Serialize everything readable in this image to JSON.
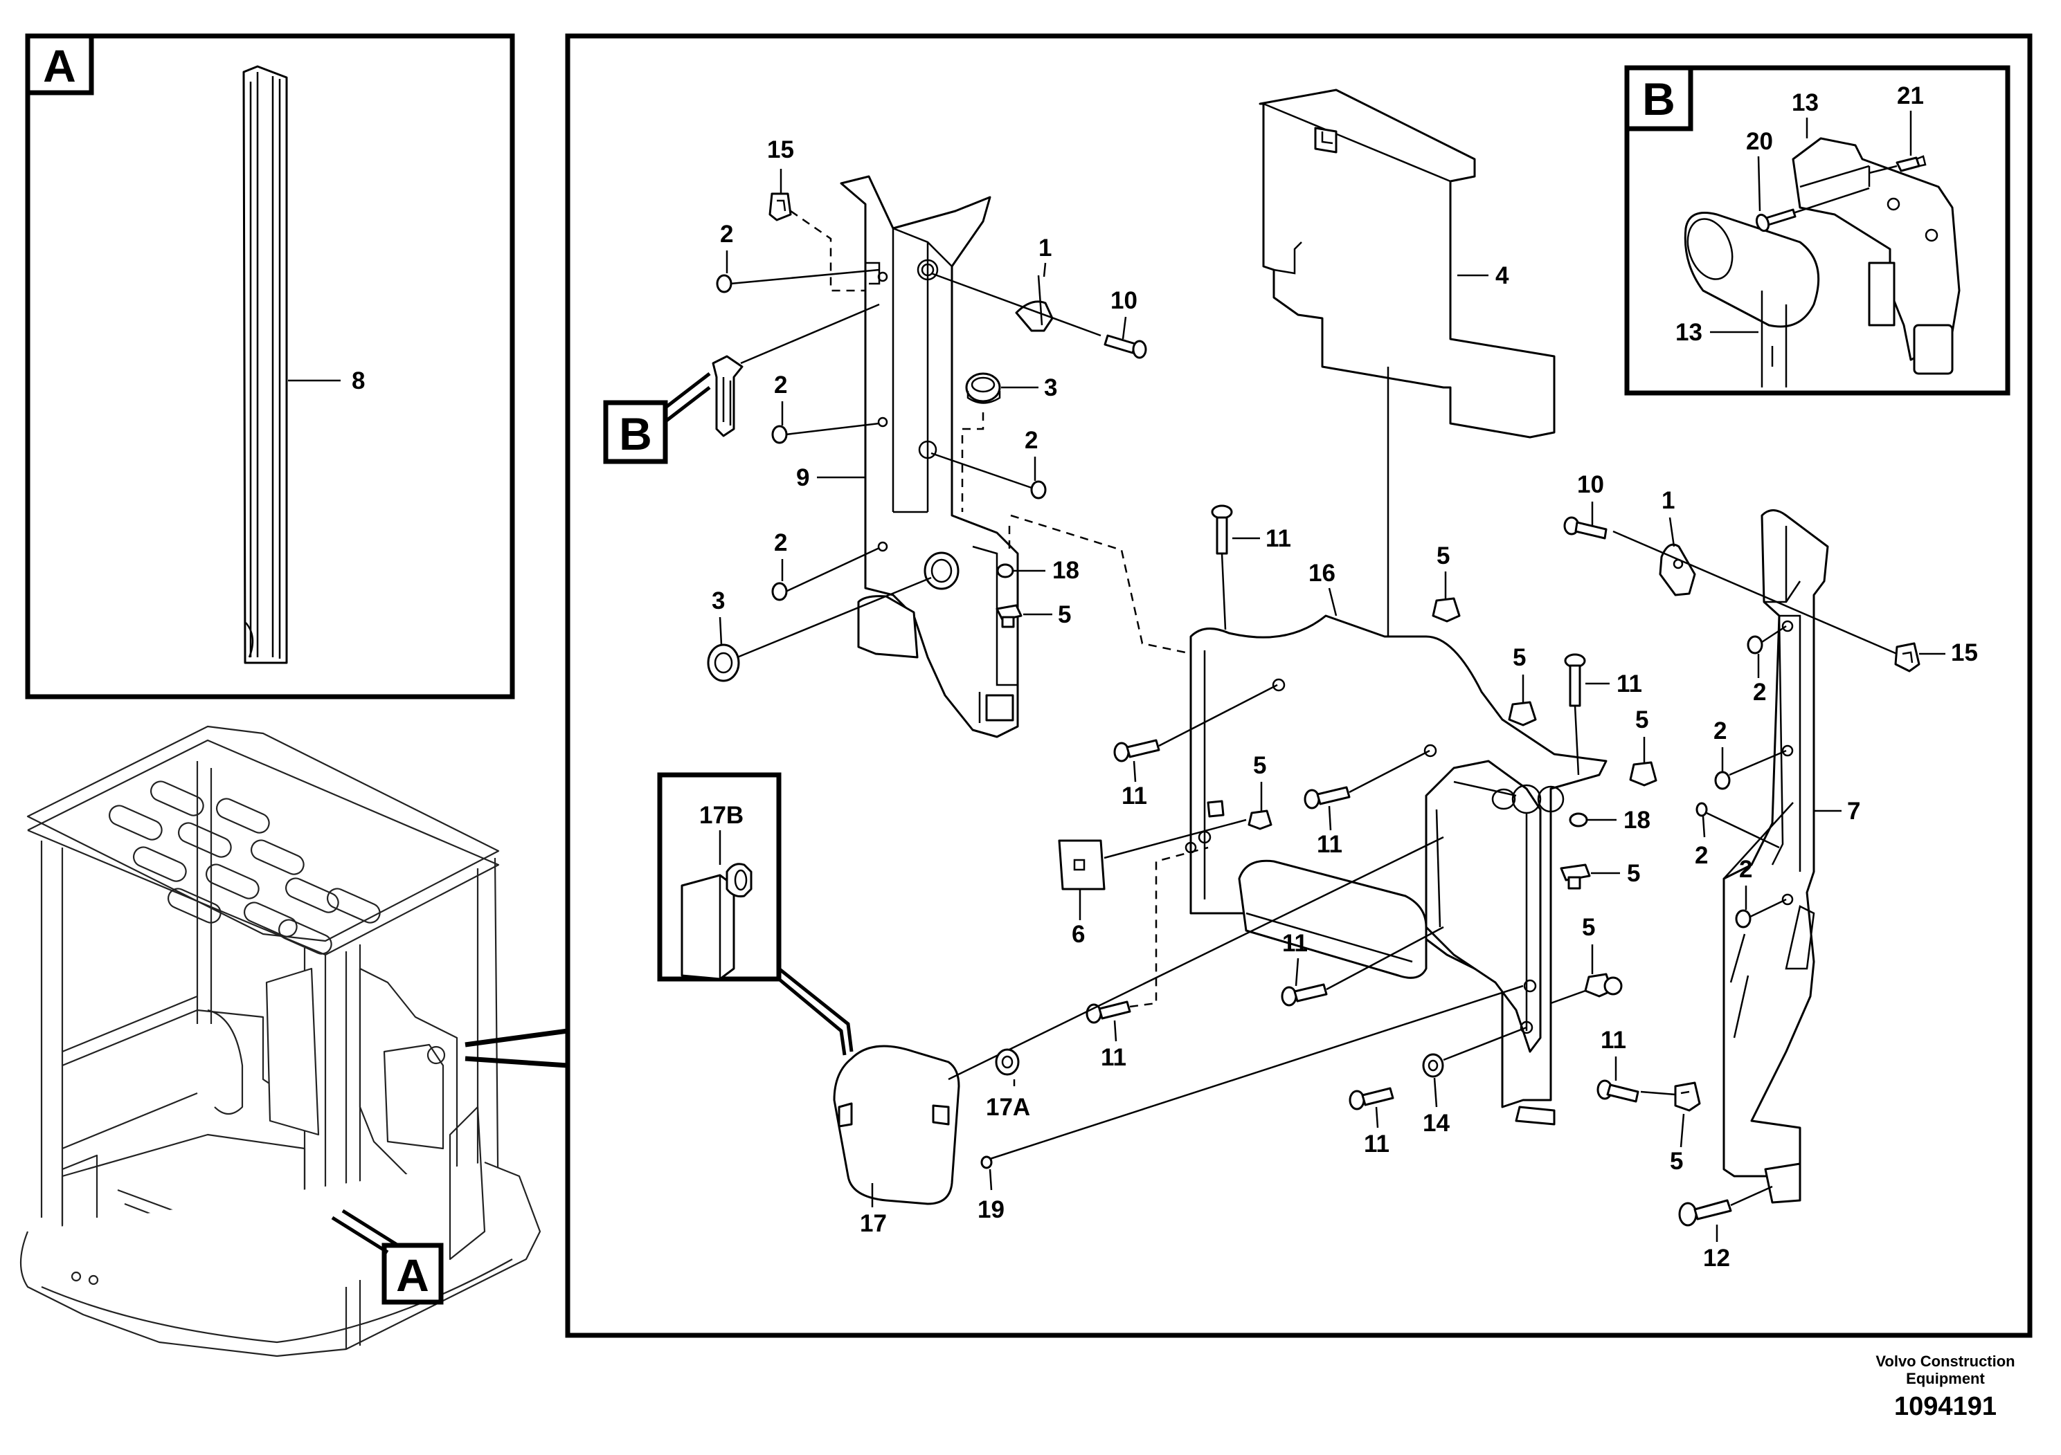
{
  "views": {
    "a": "A",
    "b": "B"
  },
  "callouts": {
    "1": "1",
    "2": "2",
    "3": "3",
    "4": "4",
    "5": "5",
    "6": "6",
    "7": "7",
    "8": "8",
    "9": "9",
    "10": "10",
    "11": "11",
    "12": "12",
    "13": "13",
    "14": "14",
    "15": "15",
    "16": "16",
    "17": "17",
    "17A": "17A",
    "17B": "17B",
    "18": "18",
    "19": "19",
    "20": "20",
    "21": "21"
  },
  "footer": {
    "manufacturer_line1": "Volvo Construction",
    "manufacturer_line2": "Equipment",
    "drawing_number": "1094191"
  }
}
